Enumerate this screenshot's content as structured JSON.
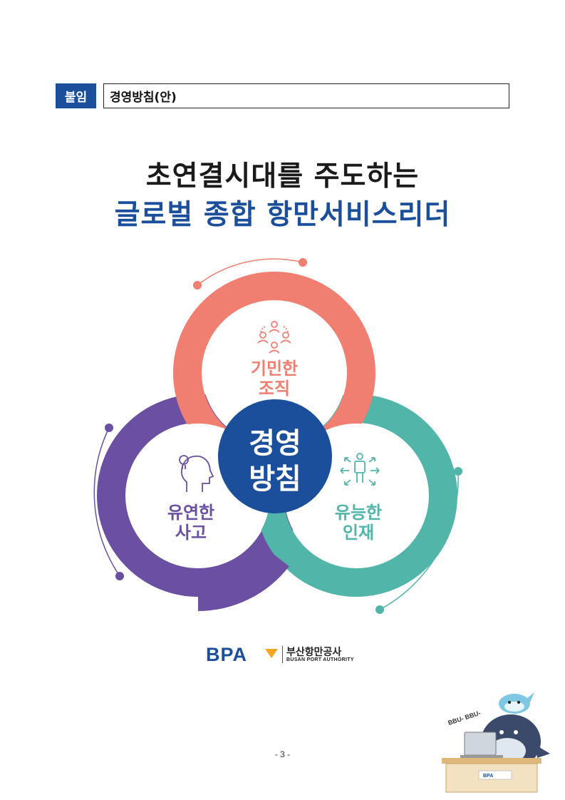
{
  "header": {
    "tag": "붙임",
    "title": "경영방침(안)"
  },
  "headline": {
    "line1": "초연결시대를 주도하는",
    "line2": "글로벌 종합 항만서비스리더"
  },
  "diagram": {
    "center": {
      "line1": "경영",
      "line2": "방침"
    },
    "top": {
      "line1": "기민한",
      "line2": "조직",
      "color": "#f07f72",
      "icon": "people-network-icon"
    },
    "left": {
      "line1": "유연한",
      "line2": "사고",
      "color": "#6b4fa3",
      "icon": "head-lightbulb-icon"
    },
    "right": {
      "line1": "유능한",
      "line2": "인재",
      "color": "#52b5a9",
      "icon": "person-arrows-icon"
    },
    "center_color": "#1b4f9c"
  },
  "logo": {
    "brand": "BPA",
    "name_kr": "부산항만공사",
    "name_en": "BUSAN PORT AUTHORITY",
    "accent": "#f5a623"
  },
  "mascot": {
    "speech": "BBU- BBU-",
    "desk_label": "BPA",
    "icon": "dolphin-mascot-icon"
  },
  "footer": {
    "page": "- 3 -"
  }
}
